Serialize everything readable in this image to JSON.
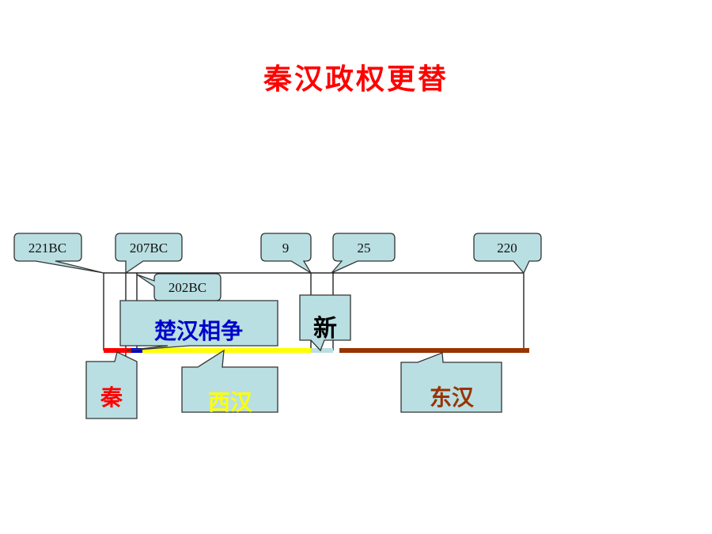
{
  "title": "秦汉政权更替",
  "years": {
    "y221bc": "221BC",
    "y207bc": "207BC",
    "y202bc": "202BC",
    "y9": "9",
    "y25": "25",
    "y220": "220"
  },
  "periods": {
    "qin": "秦",
    "chuhan": "楚汉相争",
    "xihan": "西汉",
    "xin": "新",
    "donghan": "东汉"
  },
  "colors": {
    "title": "#ff0000",
    "qin": "#ff0000",
    "chuhan": "#0000cc",
    "xihan": "#ffff00",
    "xin": "#b9dfe2",
    "donghan": "#993300",
    "callout": "#b9dfe2"
  }
}
